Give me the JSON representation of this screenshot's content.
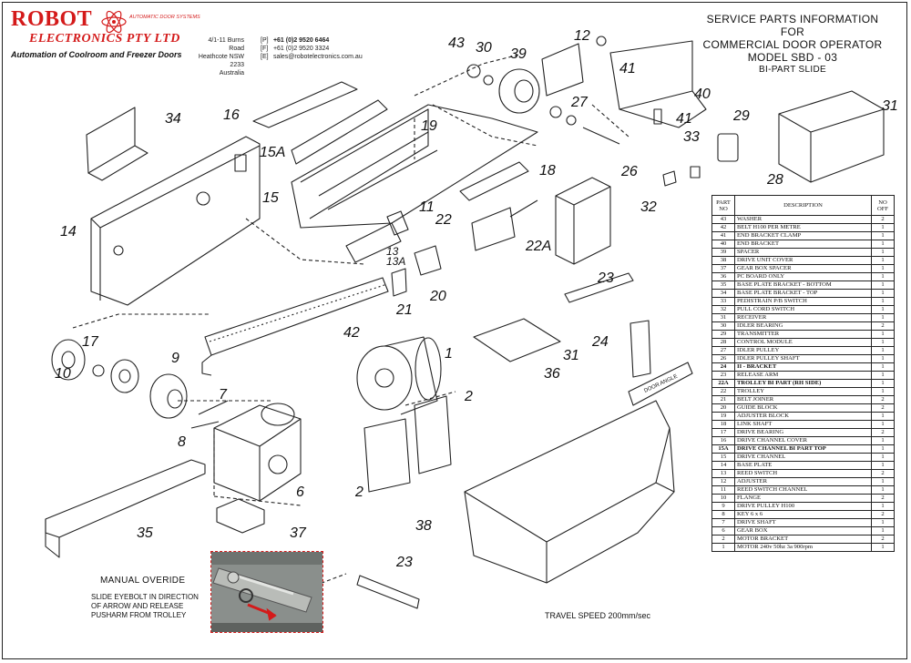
{
  "company": {
    "name": "ROBOT",
    "small_tag": "AUTOMATIC DOOR SYSTEMS",
    "subname": "ELECTRONICS PTY LTD",
    "tagline": "Automation of Coolroom and Freezer Doors",
    "address": [
      "4/1-11 Burns Road",
      "Heathcote NSW 2233",
      "Australia"
    ],
    "contact": [
      {
        "key": "[P]",
        "value": "+61 (0)2 9520 6464"
      },
      {
        "key": "[F]",
        "value": "+61 (0)2 9520 3324"
      },
      {
        "key": "[E]",
        "value": "sales@robotelectronics.com.au"
      }
    ]
  },
  "header": {
    "line1": "SERVICE PARTS INFORMATION",
    "line2": "FOR",
    "line3": "COMMERCIAL DOOR OPERATOR",
    "line4": "MODEL SBD - 03",
    "line5": "BI-PART SLIDE"
  },
  "table": {
    "headers": [
      "PART NO",
      "DESCRIPTION",
      "NO OFF"
    ],
    "rows": [
      [
        "43",
        "WASHER",
        "2"
      ],
      [
        "42",
        "BELT H100 PER METRE",
        "1"
      ],
      [
        "41",
        "END BRACKET CLAMP",
        "1"
      ],
      [
        "40",
        "END BRACKET",
        "1"
      ],
      [
        "39",
        "SPACER",
        "1"
      ],
      [
        "38",
        "DRIVE UNIT COVER",
        "1"
      ],
      [
        "37",
        "GEAR BOX SPACER",
        "1"
      ],
      [
        "36",
        "PC BOARD ONLY",
        "1"
      ],
      [
        "35",
        "BASE PLATE BRACKET - BOTTOM",
        "1"
      ],
      [
        "34",
        "BASE PLATE BRACKET - TOP",
        "1"
      ],
      [
        "33",
        "PEDISTRAIN P/B SWITCH",
        "1"
      ],
      [
        "32",
        "PULL CORD SWITCH",
        "1"
      ],
      [
        "31",
        "RECEIVER",
        "1"
      ],
      [
        "30",
        "IDLER BEARING",
        "2"
      ],
      [
        "29",
        "TRANSMITTER",
        "1"
      ],
      [
        "28",
        "CONTROL MODULE",
        "1"
      ],
      [
        "27",
        "IDLER PULLEY",
        "1"
      ],
      [
        "26",
        "IDLER PULLEY SHAFT",
        "1"
      ],
      [
        "24",
        "II - BRACKET",
        "1"
      ],
      [
        "23",
        "RELEASE ARM",
        "1"
      ],
      [
        "22A",
        "TROLLEY BI PART (RH SIDE)",
        "1"
      ],
      [
        "22",
        "TROLLEY",
        "1"
      ],
      [
        "21",
        "BELT JOINER",
        "2"
      ],
      [
        "20",
        "GUIDE BLOCK",
        "2"
      ],
      [
        "19",
        "ADJUSTER BLOCK",
        "1"
      ],
      [
        "18",
        "LINK SHAFT",
        "1"
      ],
      [
        "17",
        "DRIVE BEARING",
        "2"
      ],
      [
        "16",
        "DRIVE CHANNEL COVER",
        "1"
      ],
      [
        "15A",
        "DRIVE CHANNEL BI PART TOP",
        "1"
      ],
      [
        "15",
        "DRIVE CHANNEL",
        "1"
      ],
      [
        "14",
        "BASE PLATE",
        "1"
      ],
      [
        "13",
        "REED SWITCH",
        "2"
      ],
      [
        "12",
        "ADJUSTER",
        "1"
      ],
      [
        "11",
        "REED SWITCH CHANNEL",
        "1"
      ],
      [
        "10",
        "FLANGE",
        "2"
      ],
      [
        "9",
        "DRIVE PULLEY H100",
        "1"
      ],
      [
        "8",
        "KEY 6 x 6",
        "2"
      ],
      [
        "7",
        "DRIVE SHAFT",
        "1"
      ],
      [
        "6",
        "GEAR BOX",
        "1"
      ],
      [
        "2",
        "MOTOR BRACKET",
        "2"
      ],
      [
        "1",
        "MOTOR 240v 50hz 3a 900rpm",
        "1"
      ]
    ]
  },
  "callouts": [
    "43",
    "30",
    "39",
    "12",
    "41",
    "40",
    "19",
    "16",
    "15A",
    "15",
    "14",
    "34",
    "27",
    "26",
    "41",
    "33",
    "29",
    "31",
    "28",
    "11",
    "18",
    "22",
    "22A",
    "32",
    "13",
    "13A",
    "20",
    "21",
    "42",
    "23",
    "24",
    "31",
    "36",
    "17",
    "10",
    "9",
    "7",
    "8",
    "1",
    "2",
    "6",
    "2",
    "37",
    "35",
    "38",
    "23"
  ],
  "labels_on_parts": {
    "angle": "DOOR ANGLE"
  },
  "manual_override": {
    "title": "MANUAL OVERIDE",
    "lines": [
      "SLIDE EYEBOLT IN DIRECTION",
      "OF ARROW AND RELEASE",
      "PUSHARM FROM TROLLEY"
    ]
  },
  "travel_speed": "TRAVEL SPEED 200mm/sec",
  "colors": {
    "brand_red": "#d41a1a",
    "ink": "#111111"
  }
}
